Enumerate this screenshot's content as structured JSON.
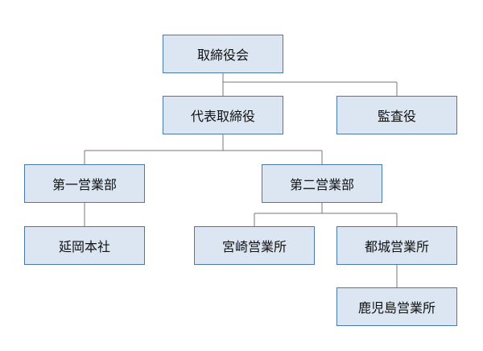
{
  "org_chart": {
    "board": "取締役会",
    "ceo": "代表取締役",
    "auditor": "監査役",
    "sales1": "第一営業部",
    "sales2": "第二営業部",
    "nobeoka_hq": "延岡本社",
    "miyazaki_office": "宮崎営業所",
    "miyakonojo_office": "都城営業所",
    "kagoshima_office": "鹿児島営業所"
  },
  "colors": {
    "box_fill": "#dbe6f2",
    "box_border": "#4a78aa",
    "line": "#777777",
    "text": "#111111"
  }
}
